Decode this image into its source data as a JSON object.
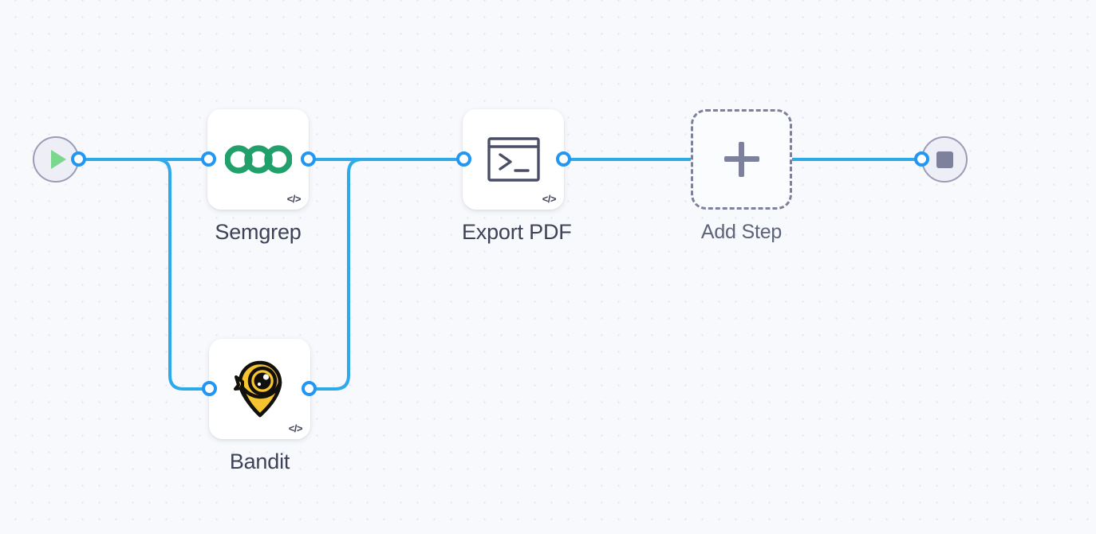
{
  "canvas": {
    "background_color": "#f7f9fc",
    "dot_color": "#e2e4ee",
    "edge_color": "#2eaae8",
    "port_color": "#2196f3"
  },
  "start_node": {
    "name": "start",
    "icon": "play-icon",
    "icon_color": "#7bd78e",
    "circle_fill": "#eeeef7",
    "circle_border": "#9b9cb5"
  },
  "end_node": {
    "name": "end",
    "icon": "stop-icon",
    "icon_color": "#7e819c",
    "circle_fill": "#eeeef7",
    "circle_border": "#9b9cb5"
  },
  "steps": [
    {
      "id": "semgrep",
      "label": "Semgrep",
      "icon": "semgrep-logo-icon",
      "icon_color": "#22a06b",
      "badge": "</>",
      "badge_icon": "code-badge-icon"
    },
    {
      "id": "bandit",
      "label": "Bandit",
      "icon": "bandit-logo-icon",
      "icon_color": "#f5c430",
      "badge": "</>",
      "badge_icon": "code-badge-icon"
    },
    {
      "id": "export-pdf",
      "label": "Export PDF",
      "icon": "terminal-icon",
      "icon_color": "#4a4f66",
      "badge": "</>",
      "badge_icon": "code-badge-icon"
    }
  ],
  "add_step": {
    "label": "Add Step",
    "icon": "plus-icon",
    "icon_color": "#7e819c"
  }
}
